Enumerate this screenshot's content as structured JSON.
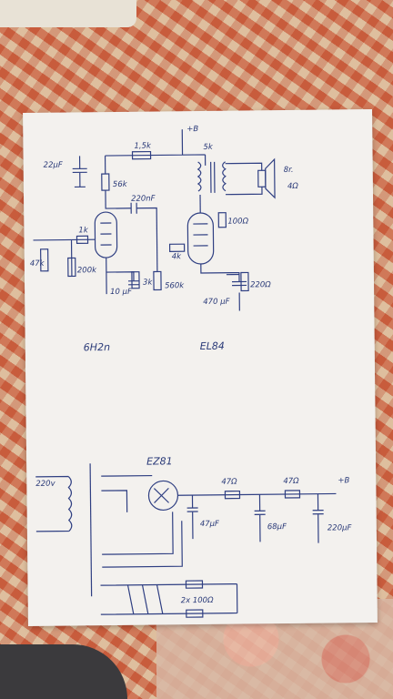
{
  "schematic": {
    "supply_label": "+B",
    "r_15k": "1,5k",
    "r_5k": "5k",
    "speaker": "8r.",
    "speaker_ohm": "4Ω",
    "c_22uf": "22μF",
    "r_56k": "56k",
    "c_220nf": "220nF",
    "r_100": "100Ω",
    "r_1k_left": "1k",
    "pot": "47k",
    "r_200k": "200k",
    "c_10uf": "10\nμF",
    "r_3k": "3k",
    "r_560k": "560k",
    "r_4k": "4k",
    "c_470uf": "470\nμF",
    "r_220": "220Ω",
    "tube1": "6H2n",
    "tube2": "EL84",
    "rectifier": "EZ81",
    "mains": "220v",
    "r_47_a": "47Ω",
    "r_47_b": "47Ω",
    "c_47uf": "47μF",
    "c_68uf": "68μF",
    "c_220uf": "220μF",
    "supply_label_2": "+B",
    "r_2x100": "2x 100Ω"
  }
}
